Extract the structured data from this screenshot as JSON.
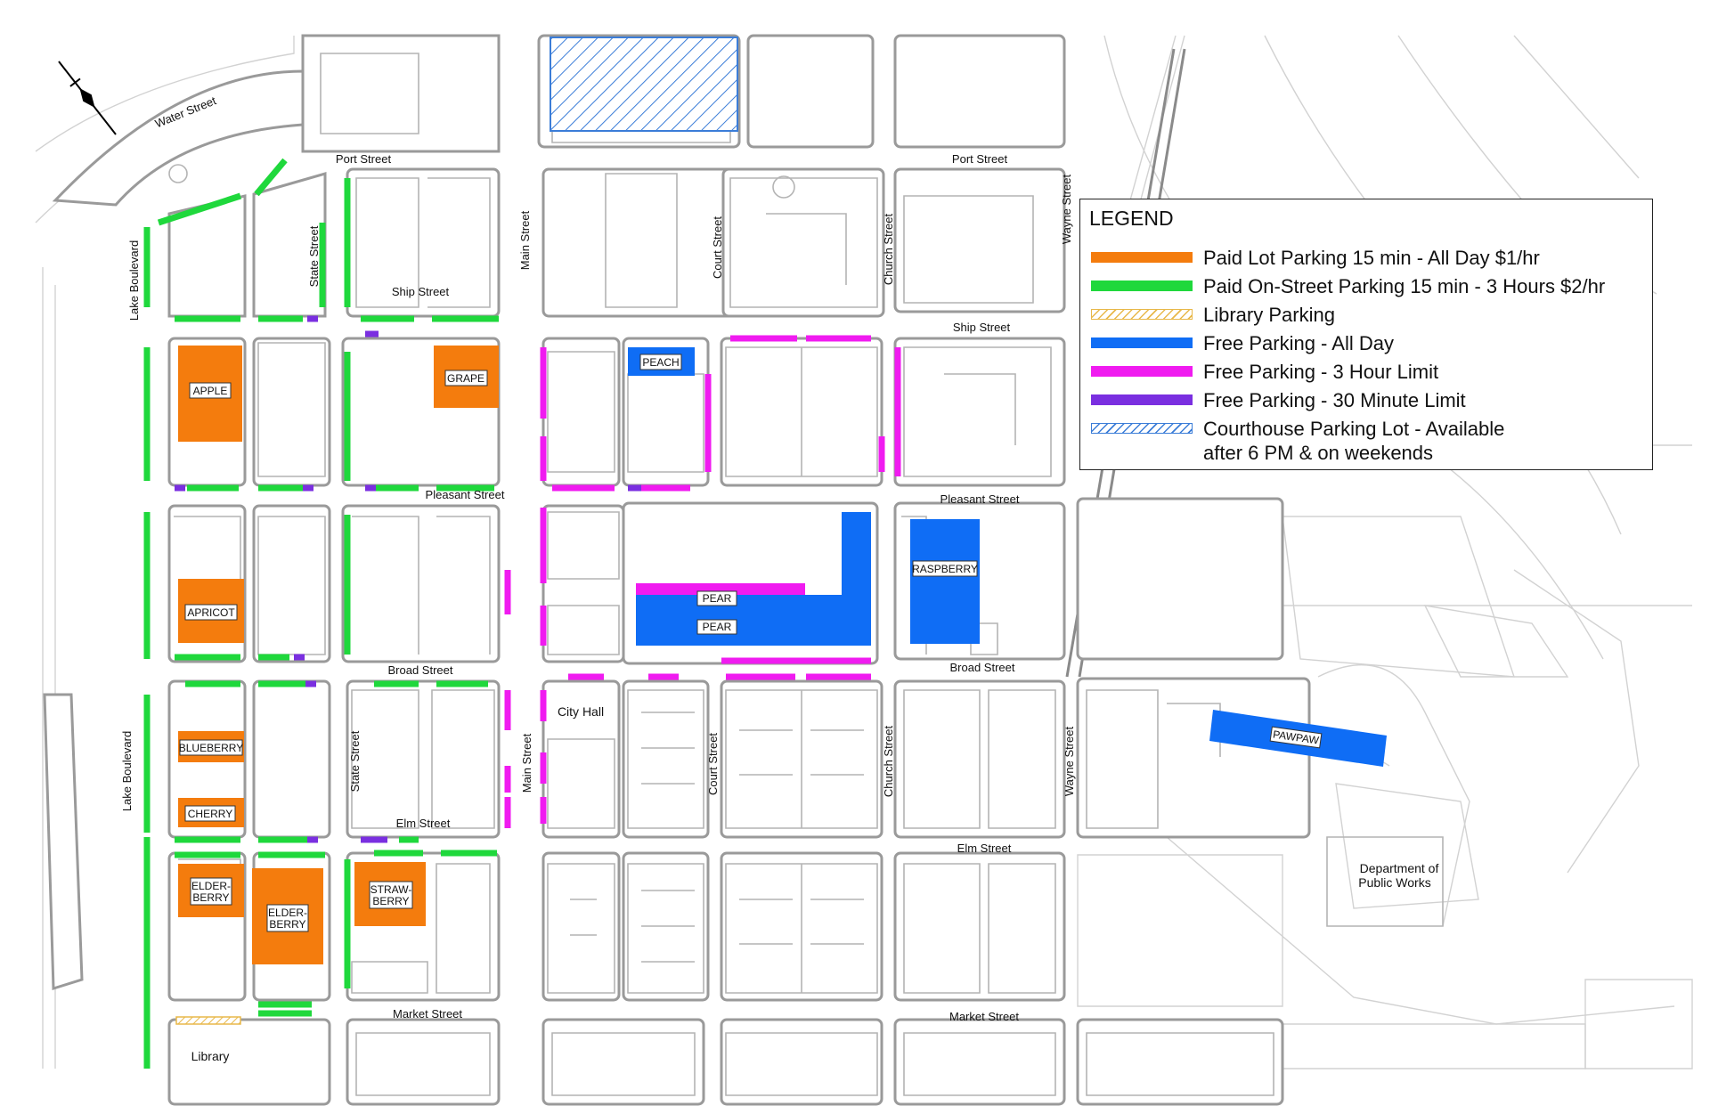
{
  "colors": {
    "paid_lot": "#f47c0d",
    "paid_street": "#1fd83c",
    "library": "#e8b84a",
    "free_all_day": "#0f6df5",
    "free_3hr": "#f01bf0",
    "free_30min": "#7a2fe0",
    "courthouse": "#3b7dd8"
  },
  "legend": {
    "title": "LEGEND",
    "items": [
      {
        "label": "Paid Lot Parking 15 min - All Day $1/hr",
        "color": "#f47c0d",
        "style": "solid"
      },
      {
        "label": "Paid On-Street Parking 15 min - 3 Hours $2/hr",
        "color": "#1fd83c",
        "style": "solid"
      },
      {
        "label": "Library Parking",
        "color": "#e8b84a",
        "style": "hatched"
      },
      {
        "label": "Free Parking - All Day",
        "color": "#0f6df5",
        "style": "solid"
      },
      {
        "label": "Free Parking - 3 Hour Limit",
        "color": "#f01bf0",
        "style": "solid"
      },
      {
        "label": "Free Parking - 30 Minute Limit",
        "color": "#7a2fe0",
        "style": "solid"
      },
      {
        "label": "Courthouse Parking Lot - Available",
        "label2": "after 6 PM & on weekends",
        "color": "#3b7dd8",
        "style": "hatched"
      }
    ]
  },
  "streets": {
    "water": "Water Street",
    "port_w": "Port Street",
    "port_e": "Port Street",
    "ship_w": "Ship Street",
    "ship_e": "Ship Street",
    "pleasant_w": "Pleasant Street",
    "pleasant_e": "Pleasant Street",
    "broad_w": "Broad Street",
    "broad_e": "Broad Street",
    "elm_w": "Elm Street",
    "elm_e": "Elm Street",
    "market_w": "Market Street",
    "market_e": "Market Street",
    "lake_n": "Lake Boulevard",
    "lake_s": "Lake Boulevard",
    "state_n": "State Street",
    "state_s": "State Street",
    "main_n": "Main Street",
    "main_s": "Main Street",
    "court_n": "Court Street",
    "court_s": "Court Street",
    "church_n": "Church Street",
    "church_s": "Church Street",
    "wayne_n": "Wayne Street",
    "wayne_s": "Wayne Street"
  },
  "lots": {
    "apple": "APPLE",
    "grape": "GRAPE",
    "apricot": "APRICOT",
    "blueberry": "BLUEBERRY",
    "cherry": "CHERRY",
    "elderberry1_a": "ELDER-",
    "elderberry1_b": "BERRY",
    "elderberry2_a": "ELDER-",
    "elderberry2_b": "BERRY",
    "strawberry_a": "STRAW-",
    "strawberry_b": "BERRY",
    "peach": "PEACH",
    "pear1": "PEAR",
    "pear2": "PEAR",
    "raspberry": "RASPBERRY",
    "pawpaw": "PAWPAW"
  },
  "buildings": {
    "city_hall": "City Hall",
    "dpw_a": "Department of",
    "dpw_b": "Public Works",
    "library": "Library"
  }
}
